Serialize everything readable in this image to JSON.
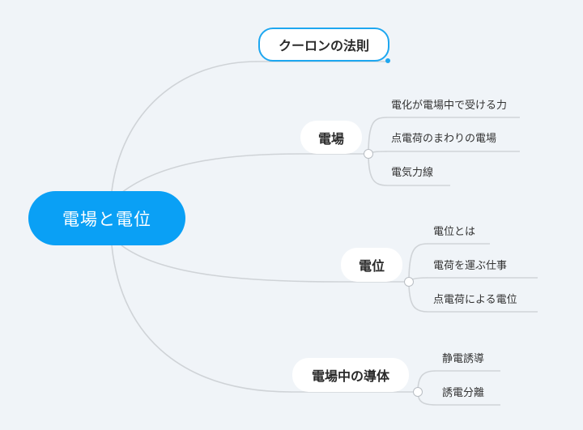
{
  "central": {
    "label": "電場と電位"
  },
  "topics": [
    {
      "label": "クーロンの法則",
      "children": []
    },
    {
      "label": "電場",
      "children": [
        "電化が電場中で受ける力",
        "点電荷のまわりの電場",
        "電気力線"
      ]
    },
    {
      "label": "電位",
      "children": [
        "電位とは",
        "電荷を運ぶ仕事",
        "点電荷による電位"
      ]
    },
    {
      "label": "電場中の導体",
      "children": [
        "静電誘導",
        "誘電分離"
      ]
    }
  ],
  "colors": {
    "central": "#0aa0f5",
    "line": "#cfd3d7",
    "selection": "#1ea7f0",
    "background": "#f0f4f8"
  }
}
